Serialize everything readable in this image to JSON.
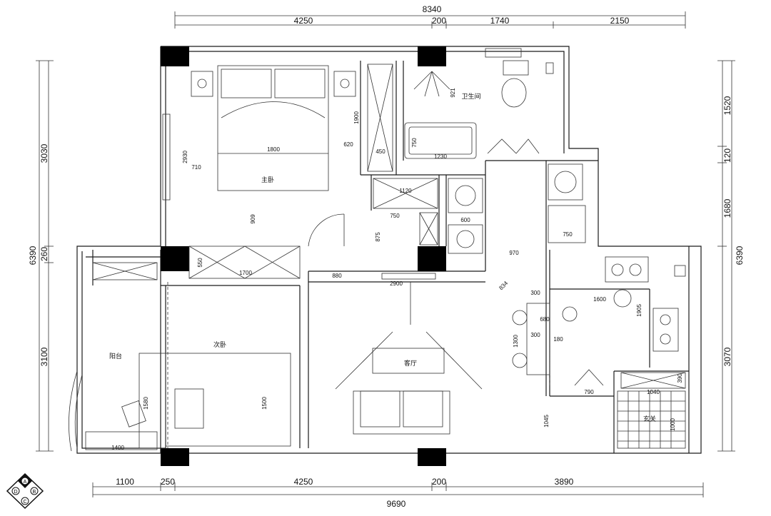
{
  "dimensions": {
    "top_total": "8340",
    "top_segments": [
      "4250",
      "200",
      "1740",
      "2150"
    ],
    "bottom_total": "9690",
    "bottom_segments": [
      "1100",
      "250",
      "4250",
      "200",
      "3890"
    ],
    "left_total": "6390",
    "left_segments": [
      "3030",
      "260",
      "3100"
    ],
    "right_total": "6390",
    "right_segments": [
      "1520",
      "120",
      "1680",
      "3070"
    ],
    "inner": {
      "bed_width": "1800",
      "d710": "710",
      "d2930": "2930",
      "d620": "620",
      "d1900": "1900",
      "d450": "450",
      "d750_bath": "750",
      "d1230": "1230",
      "d921": "921",
      "d1120": "1120",
      "d750_closet": "750",
      "d600": "600",
      "d875": "875",
      "d909": "909",
      "d750_laundry": "750",
      "d970": "970",
      "d550": "550",
      "d1700": "1700",
      "d880": "880",
      "d2900": "2900",
      "d834": "834",
      "d300_a": "300",
      "d680": "680",
      "d300_b": "300",
      "d180": "180",
      "d1300": "1300",
      "d1600": "1600",
      "d1905": "1905",
      "d1500": "1500",
      "d1580": "1580",
      "d1400": "1400",
      "d790": "790",
      "d1040": "1040",
      "d390": "390",
      "d1045": "1045",
      "d1000": "1000"
    }
  },
  "rooms": {
    "master_bedroom": "主卧",
    "bathroom": "卫生间",
    "second_bedroom": "次卧",
    "balcony": "阳台",
    "living_room": "客厅",
    "entrance": "玄关"
  },
  "legend": {
    "a": "A",
    "b": "B",
    "c": "C",
    "d": "D"
  }
}
